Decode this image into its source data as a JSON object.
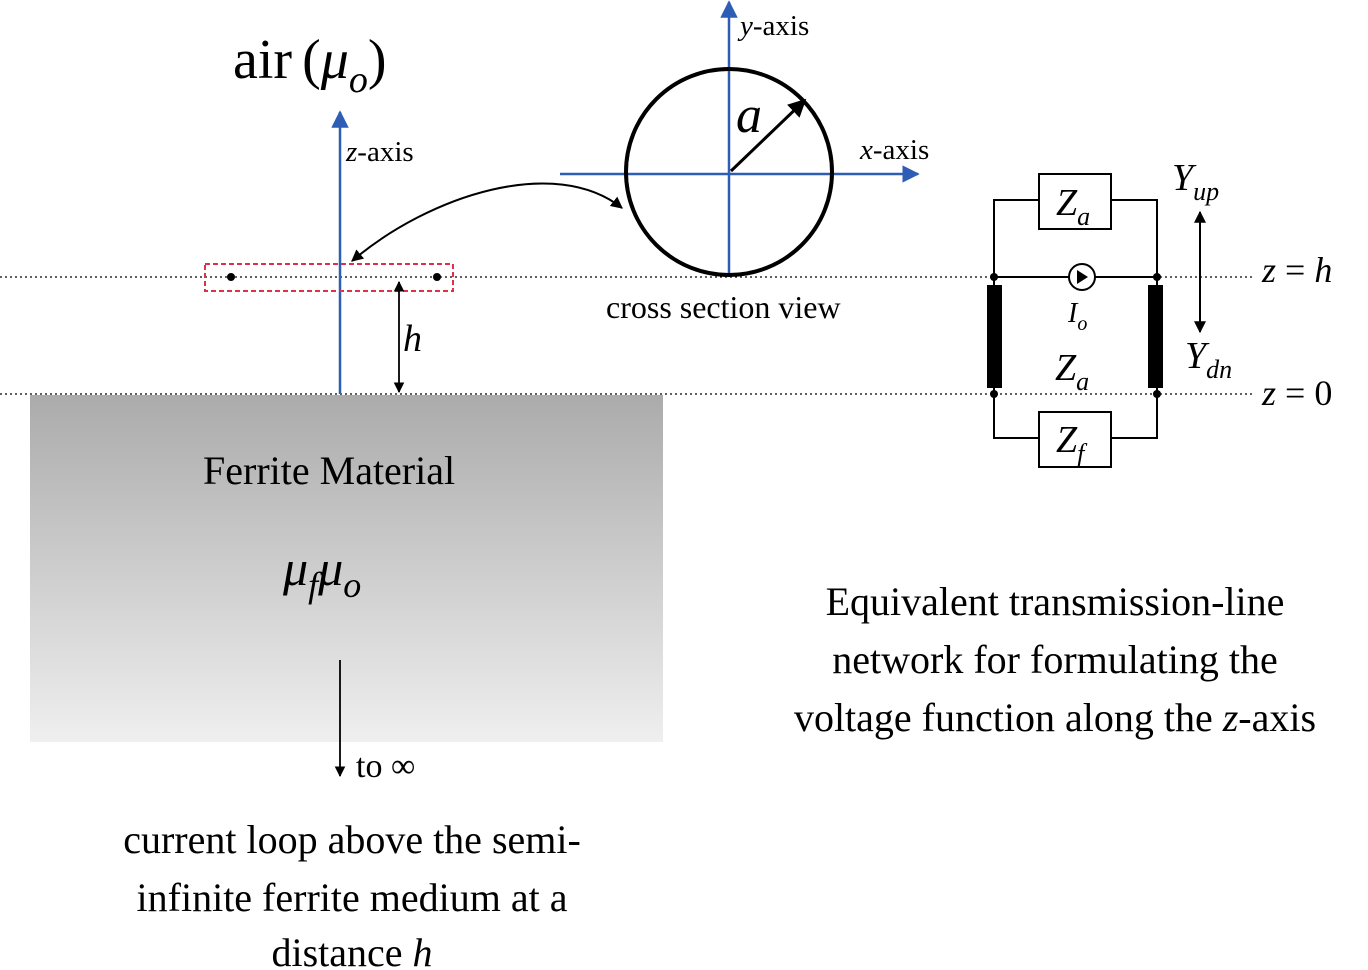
{
  "air_label": {
    "text": "air",
    "symbol": "μ",
    "sub": "o"
  },
  "z_axis_label": {
    "var": "z",
    "suffix": "-axis"
  },
  "y_axis_label": {
    "var": "y",
    "suffix": "-axis"
  },
  "x_axis_label": {
    "var": "x",
    "suffix": "-axis"
  },
  "radius_label": "a",
  "cross_section_caption": "cross section view",
  "height_label": "h",
  "ferrite": {
    "title": "Ferrite Material",
    "perm_sym1": "μ",
    "perm_sub1": "f",
    "perm_sym2": "μ",
    "perm_sub2": "o",
    "depth_label": "to ∞"
  },
  "left_caption": {
    "line1": "current loop above the semi-",
    "line2": "infinite ferrite medium at a",
    "line3_prefix": "distance ",
    "line3_var": "h"
  },
  "network": {
    "top_impedance": {
      "sym": "Z",
      "sub": "a"
    },
    "bottom_impedance": {
      "sym": "Z",
      "sub": "f"
    },
    "middle_impedance": {
      "sym": "Z",
      "sub": "a"
    },
    "source": {
      "sym": "I",
      "sub": "o"
    },
    "y_up": {
      "sym": "Y",
      "sub": "up"
    },
    "y_dn": {
      "sym": "Y",
      "sub": "dn"
    },
    "z_h": {
      "var": "z",
      "eq": " = ",
      "val": "h"
    },
    "z_0": {
      "var": "z",
      "eq": " = ",
      "val": "0"
    }
  },
  "right_caption": {
    "line1": "Equivalent transmission-line",
    "line2": "network for formulating the",
    "line3_prefix": "voltage function along the ",
    "line3_var": "z",
    "line3_suffix": "-axis"
  },
  "colors": {
    "axis_blue": "#2e5db6",
    "loop_dash": "#e0304a",
    "ferrite_top": "#ababab",
    "ferrite_bottom": "#efefef"
  }
}
